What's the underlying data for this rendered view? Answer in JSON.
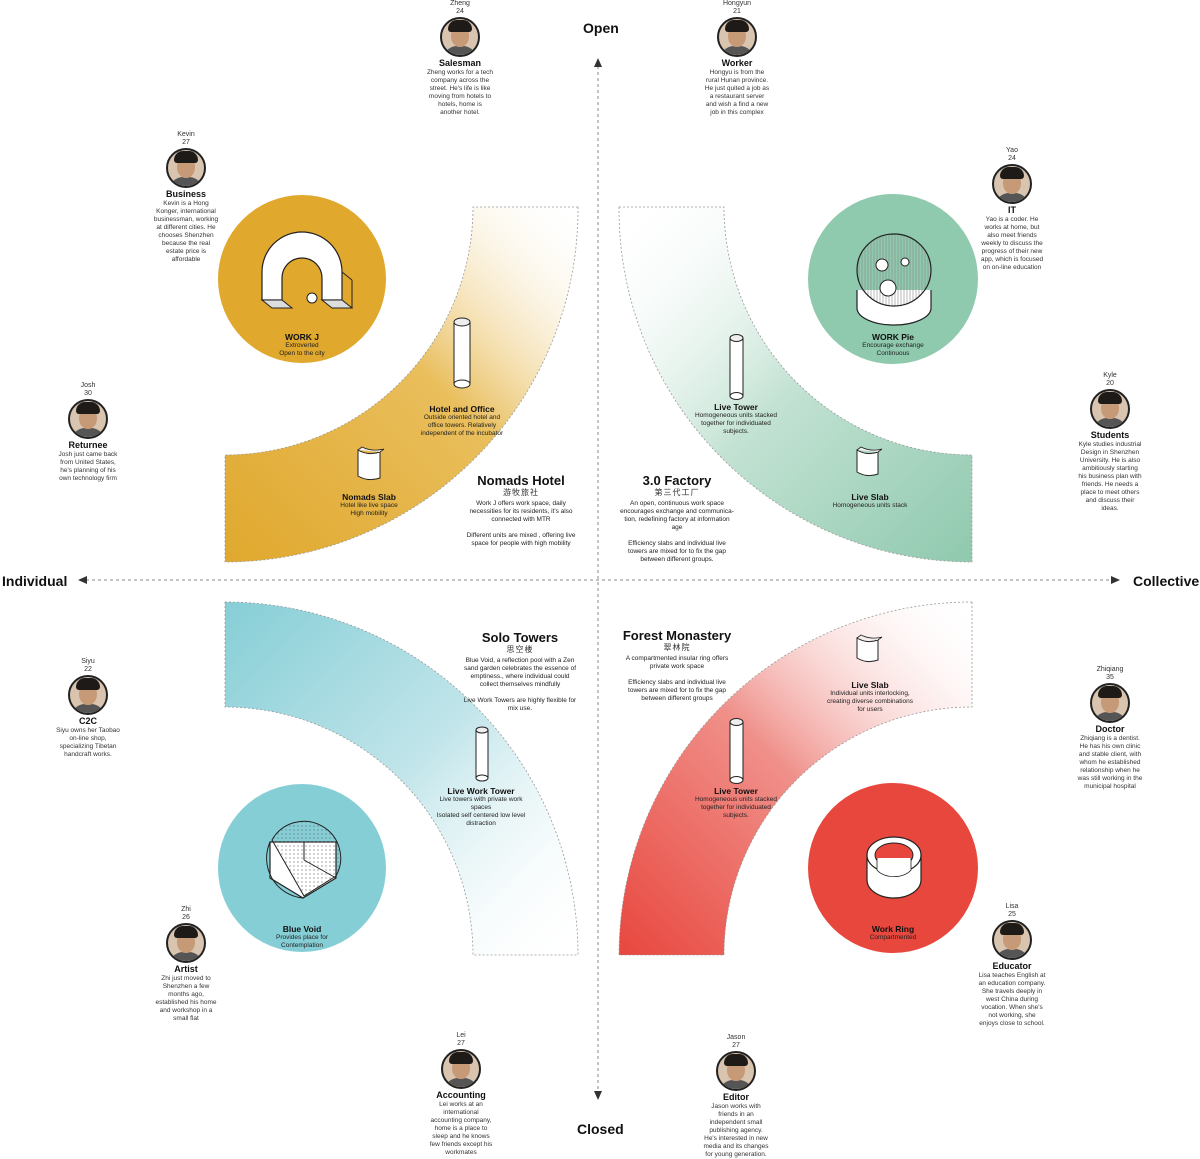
{
  "colors": {
    "yellow": "#E0A82D",
    "green": "#8FC9AE",
    "blue": "#86CED6",
    "red": "#E8473E",
    "axis": "#8a8a8a"
  },
  "axes": {
    "top": "Open",
    "bottom": "Closed",
    "left": "Individual",
    "right": "Collective"
  },
  "circles": {
    "work_j": {
      "title": "WORK J",
      "desc": [
        "Extroverted",
        "Open to the city"
      ]
    },
    "work_pie": {
      "title": "WORK Pie",
      "desc": [
        "Encourage exchange",
        "Continuous"
      ]
    },
    "blue_void": {
      "title": "Blue Void",
      "desc": [
        "Provides place for",
        "Contemplation"
      ]
    },
    "work_ring": {
      "title": "Work Ring",
      "desc": [
        "Compartmented"
      ]
    }
  },
  "components": {
    "hotel_office": {
      "title": "Hotel and Office",
      "desc": [
        "Outside oriented hotel and",
        "office towers. Relatively",
        "independent of the incubator"
      ]
    },
    "nomads_slab": {
      "title": "Nomads Slab",
      "desc": [
        "Hotel like live space",
        "High mobility"
      ]
    },
    "live_tower_top": {
      "title": "Live Tower",
      "desc": [
        "Homogeneous units stacked",
        "together for individuated",
        "subjects."
      ]
    },
    "live_slab_top": {
      "title": "Live Slab",
      "desc": [
        "Homogeneous units stack"
      ]
    },
    "live_work_tower": {
      "title": "Live Work Tower",
      "desc": [
        "Live towers with private work",
        "spaces",
        "Isolated self centered low level",
        "distraction"
      ]
    },
    "live_slab_bottom": {
      "title": "Live Slab",
      "desc": [
        "Individual units interlocking,",
        "creating diverse combinations",
        "for users"
      ]
    },
    "live_tower_bottom": {
      "title": "Live Tower",
      "desc": [
        "Homogeneous units stacked",
        "together for individuated",
        "subjects."
      ]
    }
  },
  "blocks": {
    "nomads_hotel": {
      "title": "Nomads Hotel",
      "cn": "游牧旅社",
      "desc": [
        "Work J offers work space, daily",
        "necessities for its residents, it's also",
        "connected with MTR"
      ],
      "desc2": [
        "Different units are mixed , offering live",
        "space for people with high mobility"
      ]
    },
    "factory": {
      "title": "3.0 Factory",
      "cn": "第三代工厂",
      "desc": [
        "An open, continuous work space",
        "encourages exchange and communica-",
        "tion, redefining factory at information",
        "age"
      ],
      "desc2": [
        "Efficiency slabs  and individual live",
        "towers are mixed for to fix the gap",
        "between different groups."
      ]
    },
    "solo_towers": {
      "title": "Solo Towers",
      "cn": "思空楼",
      "desc": [
        "Blue Void, a reflection pool with a Zen",
        "sand garden celebrates the essence of",
        "emptiness., where individual could",
        "collect themselves mindfully"
      ],
      "desc2": [
        "Live Work Towers are highly flexible for",
        "mix use."
      ]
    },
    "forest_monastery": {
      "title": "Forest Monastery",
      "cn": "翠林院",
      "desc": [
        "A compartmented insular ring offers",
        "private work space"
      ],
      "desc2": [
        "Efficiency slabs  and individual live",
        "towers are mixed for to fix the gap",
        "between different groups"
      ]
    }
  },
  "personas": {
    "zheng": {
      "name": "Zheng",
      "age": "24",
      "role": "Salesman",
      "desc": [
        "Zheng works for a tech",
        "company across the",
        "street. He's life is like",
        "moving from hotels to",
        "hotels, home is",
        "another hotel."
      ]
    },
    "hongyun": {
      "name": "Hongyun",
      "age": "21",
      "role": "Worker",
      "desc": [
        "Hongyu is from the",
        "rural Hunan province.",
        "He just quited a job as",
        "a restaurant server",
        "and wish a find a new",
        "job in this complex"
      ]
    },
    "kevin": {
      "name": "Kevin",
      "age": "27",
      "role": "Business",
      "desc": [
        "Kevin is a Hong",
        "Konger, international",
        "businessman, working",
        "at different cities. He",
        "chooses Shenzhen",
        "because the real",
        "estate price is",
        "affordable"
      ]
    },
    "yao": {
      "name": "Yao",
      "age": "24",
      "role": "IT",
      "desc": [
        "Yao is a coder. He",
        "works at home, but",
        "also meet friends",
        "weekly to discuss the",
        "progress of their new",
        "app, which is focused",
        "on on-line education"
      ]
    },
    "josh": {
      "name": "Josh",
      "age": "30",
      "role": "Returnee",
      "desc": [
        "Josh just came back",
        "from United States,",
        "he's planning of his",
        "own technology firm"
      ]
    },
    "kyle": {
      "name": "Kyle",
      "age": "20",
      "role": "Students",
      "desc": [
        "Kyle studies industrial",
        "Design in Shenzhen",
        "University. He is also",
        "ambitiously starting",
        "his business plan with",
        "friends. He needs a",
        "place to meet others",
        "and discuss their",
        "ideas."
      ]
    },
    "siyu": {
      "name": "Siyu",
      "age": "22",
      "role": "C2C",
      "desc": [
        "Siyu owns her Taobao",
        "on-line shop,",
        "specializing Tibetan",
        "handcraft works."
      ]
    },
    "zhiqiang": {
      "name": "Zhiqiang",
      "age": "35",
      "role": "Doctor",
      "desc": [
        "Zhiqiang is a dentist.",
        "He has his own clinic",
        "and stable client, with",
        "whom he established",
        "relationship when he",
        "was still working in the",
        "municipal hospital"
      ]
    },
    "zhi": {
      "name": "Zhi",
      "age": "26",
      "role": "Artist",
      "desc": [
        "Zhi just moved to",
        "Shenzhen a few",
        "months ago,",
        "established his home",
        "and workshop in a",
        "small flat"
      ]
    },
    "lisa": {
      "name": "Lisa",
      "age": "25",
      "role": "Educator",
      "desc": [
        "Lisa teaches English at",
        "an education company.",
        "She travels deeply in",
        "west China during",
        "vocation. When she's",
        "not working, she",
        "enjoys close to school."
      ]
    },
    "lei": {
      "name": "Lei",
      "age": "27",
      "role": "Accounting",
      "desc": [
        "Lei works at an",
        "international",
        "accounting company,",
        "home is a place to",
        "sleep and he knows",
        "few friends except his",
        "workmates"
      ]
    },
    "jason": {
      "name": "Jason",
      "age": "27",
      "role": "Editor",
      "desc": [
        "Jason works with",
        "friends in an",
        "independent small",
        "publishing agency.",
        "He's interested in new",
        "media and its changes",
        "for young generation."
      ]
    }
  }
}
